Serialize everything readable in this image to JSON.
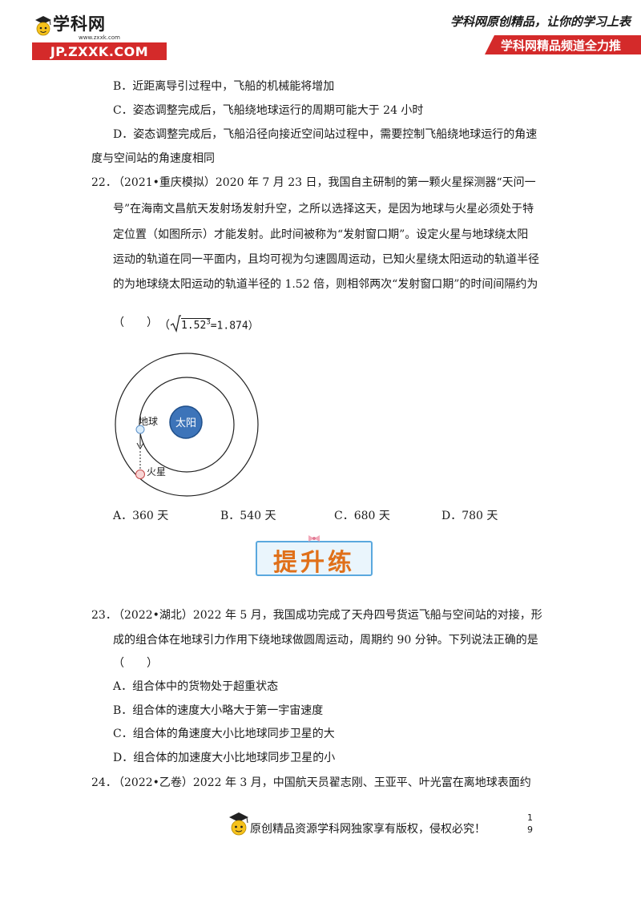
{
  "header": {
    "logo_name": "学科网",
    "logo_site": "www.zxxk.com",
    "logo_domain": "JP.ZXXK.COM",
    "slogan": "学科网原创精品，让你的学习上表",
    "ribbon": "学科网精品频道全力推"
  },
  "q21": {
    "option_b": "B．近距离导引过程中，飞船的机械能将增加",
    "option_c": "C．姿态调整完成后，飞船绕地球运行的周期可能大于 24 小时",
    "option_d_line1": "D．姿态调整完成后，飞船沿径向接近空间站过程中，需要控制飞船绕地球运行的角速",
    "option_d_line2": "度与空间站的角速度相同"
  },
  "q22": {
    "number": "22．",
    "lines": [
      "（2021•重庆模拟）2020 年 7 月 23 日，我国自主研制的第一颗火星探测器“天问一",
      "号”在海南文昌航天发射场发射升空，之所以选择这天，是因为地球与火星必须处于特",
      "定位置（如图所示）才能发射。此时间被称为“发射窗口期”。设定火星与地球绕太阳",
      "运动的轨道在同一平面内，且均可视为匀速圆周运动，已知火星绕太阳运动的轨道半径",
      "的为地球绕太阳运动的轨道半径的 1.52 倍，则相邻两次“发射窗口期”的时间间隔约为"
    ],
    "paren": "（　　）",
    "hint_open": "（",
    "hint_radicand": "1.52",
    "hint_power": "3",
    "hint_result": "=1.874）",
    "diagram": {
      "sun_label": "太阳",
      "earth_label": "地球",
      "mars_label": "火星"
    },
    "options": [
      "A．360 天",
      "B．540 天",
      "C．680 天",
      "D．780 天"
    ]
  },
  "banner": {
    "text": "提升练"
  },
  "q23": {
    "number": "23．",
    "lines": [
      "（2022•湖北）2022 年 5 月，我国成功完成了天舟四号货运飞船与空间站的对接，形",
      "成的组合体在地球引力作用下绕地球做圆周运动，周期约 90 分钟。下列说法正确的是"
    ],
    "paren": "（　　）",
    "options": [
      "A．组合体中的货物处于超重状态",
      "B．组合体的速度大小略大于第一宇宙速度",
      "C．组合体的角速度大小比地球同步卫星的大",
      "D．组合体的加速度大小比地球同步卫星的小"
    ]
  },
  "q24": {
    "number": "24．",
    "line1": "（2022•乙卷）2022 年 3 月，中国航天员翟志刚、王亚平、叶光富在离地球表面约"
  },
  "footer": {
    "text": "原创精品资源学科网独家享有版权，侵权必究！",
    "page_digit1": "1",
    "page_digit2": "9"
  },
  "colors": {
    "brand_red": "#d42a2a",
    "sun_blue": "#3d74b9",
    "banner_orange": "#e0701a"
  }
}
